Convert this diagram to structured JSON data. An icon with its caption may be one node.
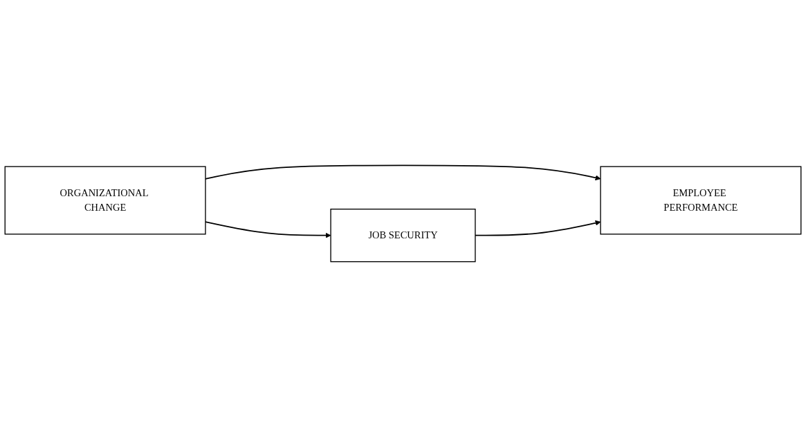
{
  "diagram": {
    "nodes": [
      {
        "text": [
          "EMPLOYEE PERFORMANCE"
        ]
      },
      {
        "text": [
          "ORGANIZATIONAL CHANGE"
        ]
      },
      {
        "text": [
          "JOB SECURITY"
        ]
      }
    ],
    "edges": [
      {
        "from": 1,
        "to": 0,
        "arrow": "to"
      },
      {
        "from": 1,
        "to": 2,
        "arrow": "to"
      },
      {
        "from": 2,
        "to": 0,
        "arrow": "to"
      }
    ]
  }
}
